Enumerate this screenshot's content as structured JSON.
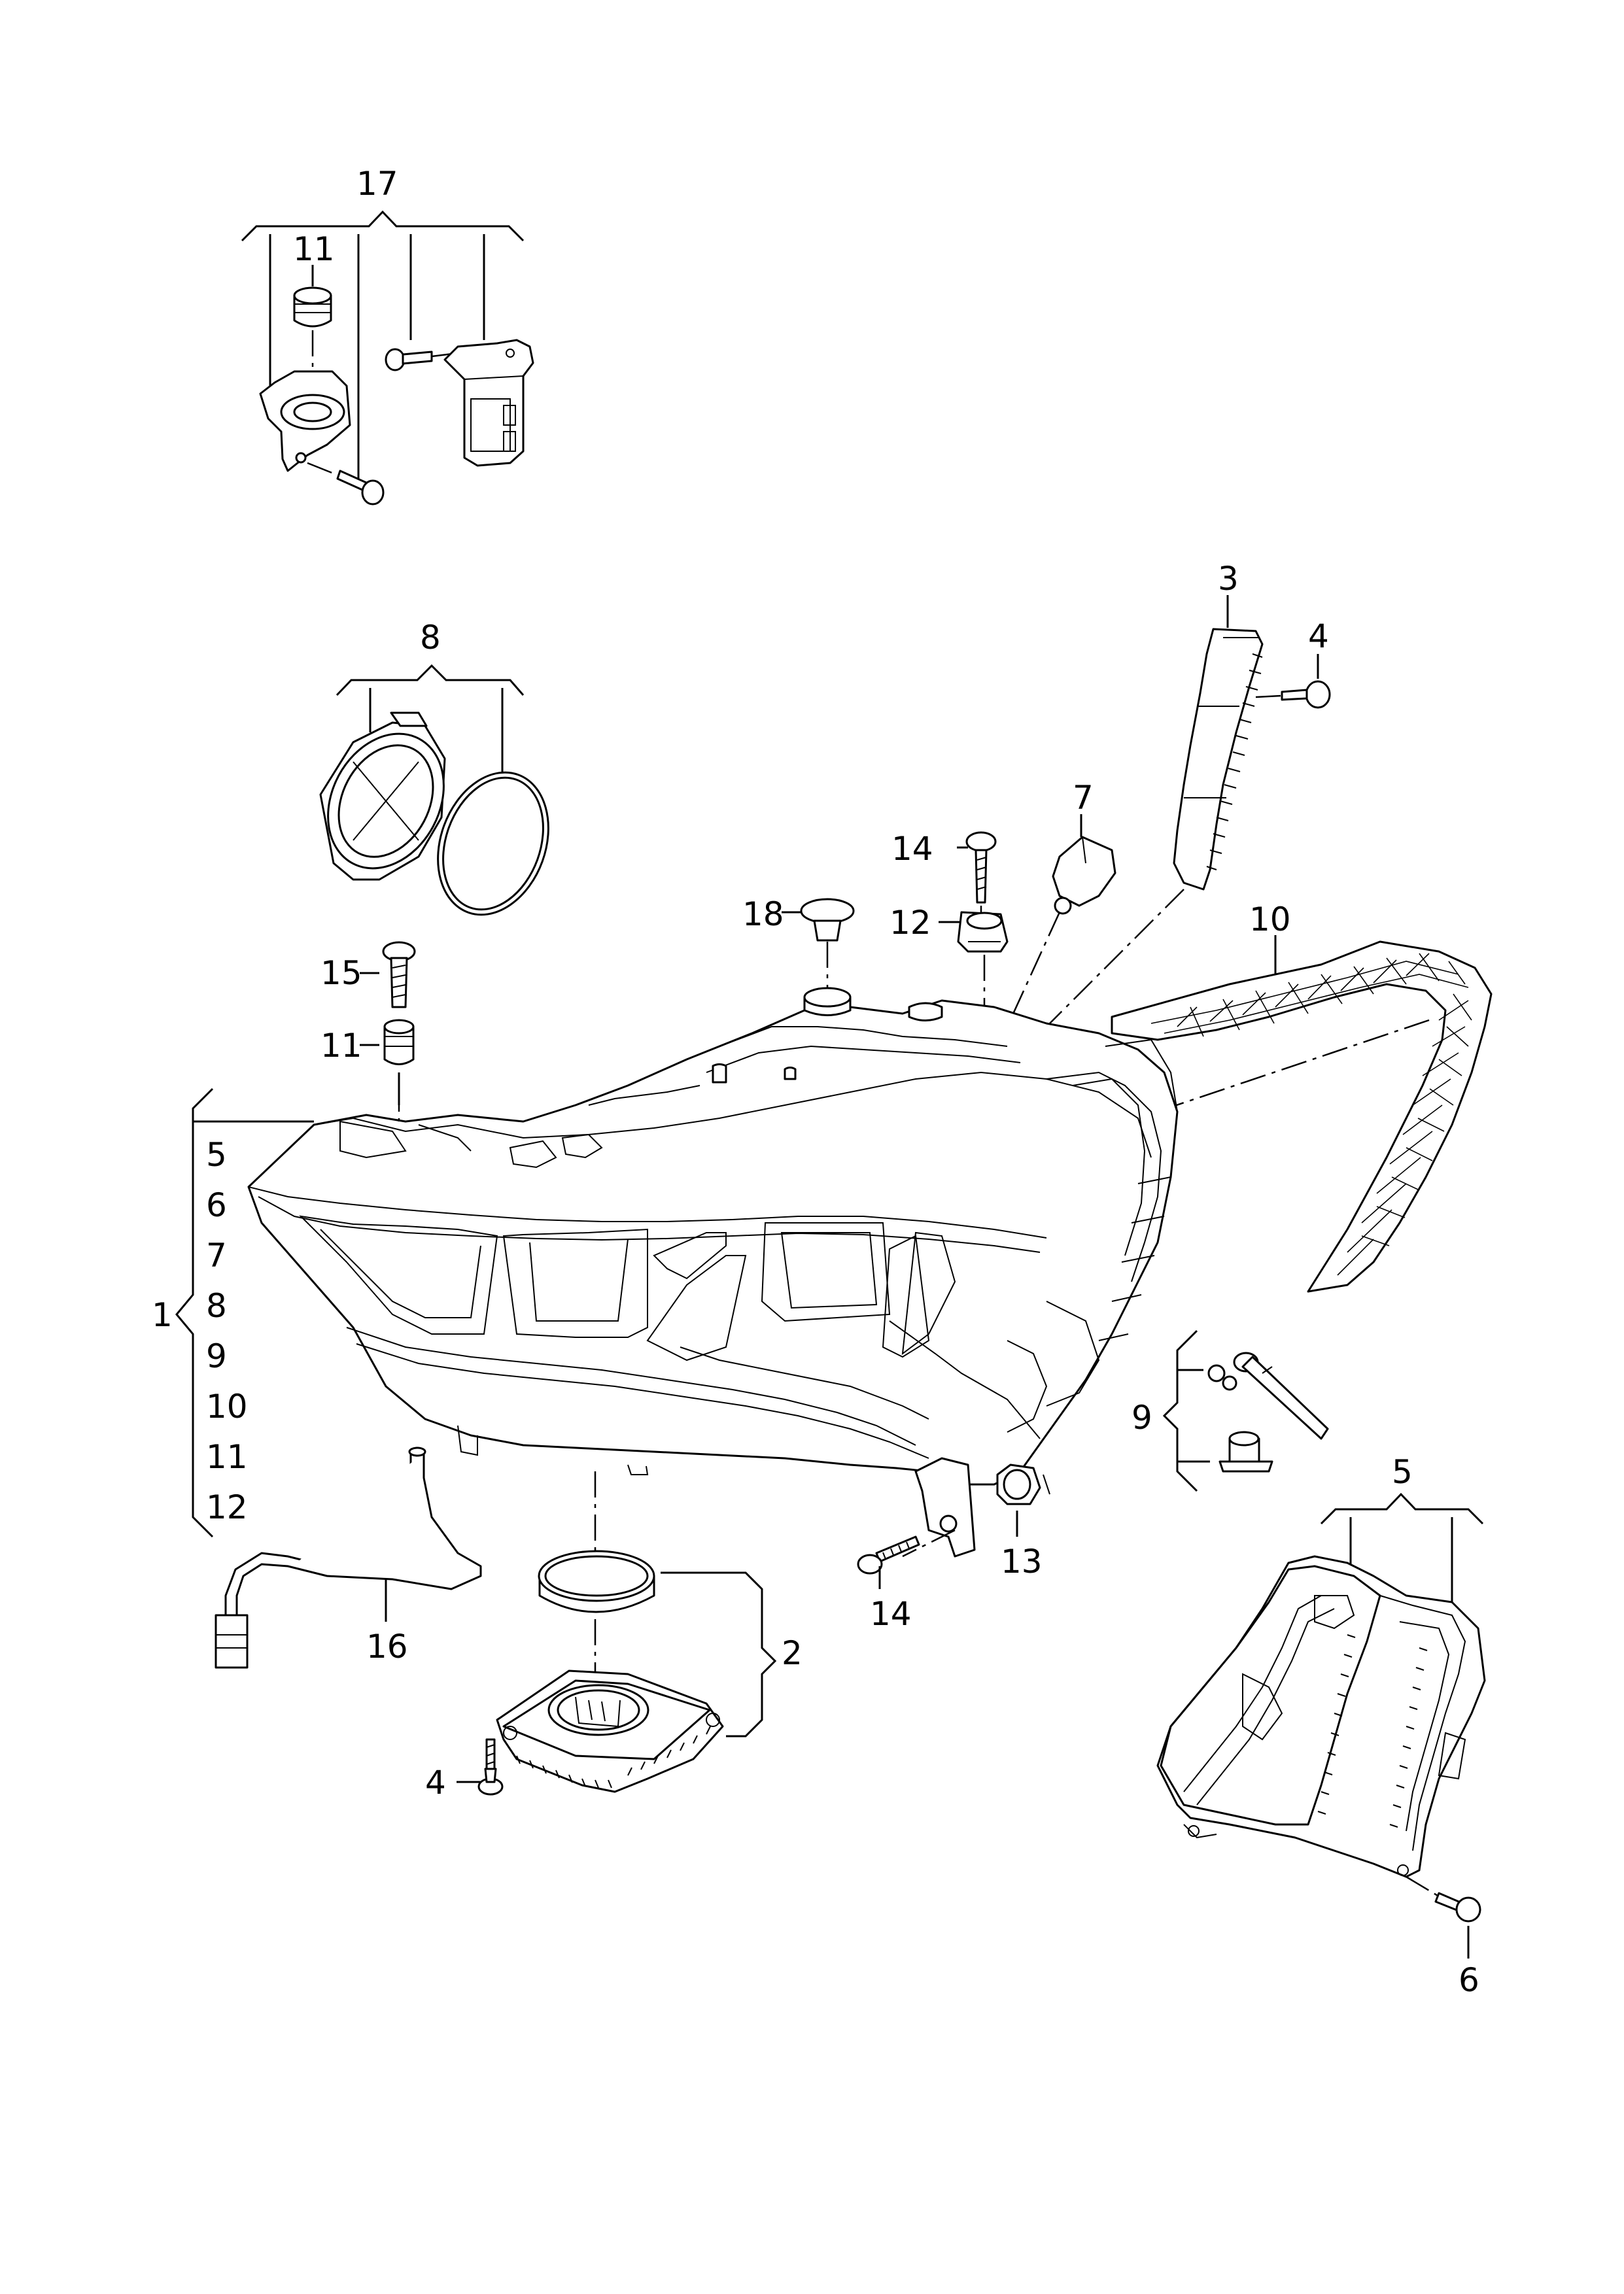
{
  "callouts": {
    "c17": "17",
    "c11_top": "11",
    "c8": "8",
    "c3": "3",
    "c4_top": "4",
    "c7": "7",
    "c14_top": "14",
    "c18": "18",
    "c12_top": "12",
    "c10_top": "10",
    "c15": "15",
    "c11_mid": "11",
    "c1": "1",
    "list_1": [
      "5",
      "6",
      "7",
      "8",
      "9",
      "10",
      "11",
      "12"
    ],
    "c9": "9",
    "c5": "5",
    "c6": "6",
    "c2": "2",
    "c4_bottom": "4",
    "c16": "16",
    "c14_bottom": "14",
    "c13": "13"
  }
}
